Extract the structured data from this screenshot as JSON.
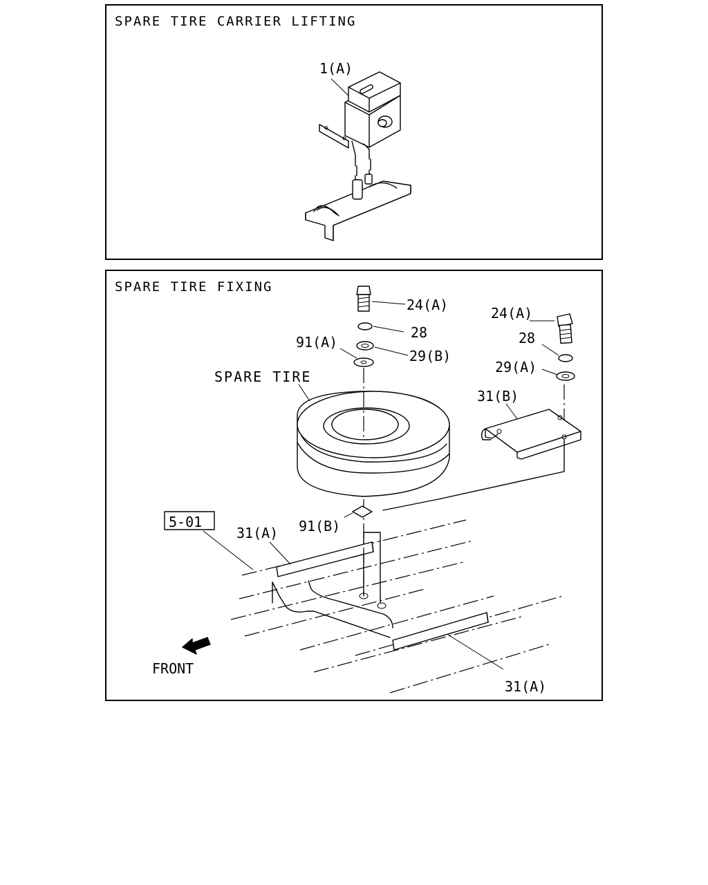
{
  "panel1": {
    "title": "SPARE TIRE CARRIER LIFTING",
    "callouts": {
      "part1": "1(A)"
    }
  },
  "panel2": {
    "title": "SPARE TIRE FIXING",
    "callouts": {
      "bolt_left": "24(A)",
      "lockwasher_left": "28",
      "washer_left": "29(B)",
      "plate_top": "91(A)",
      "spare_tire": "SPARE TIRE",
      "bolt_right": "24(A)",
      "lockwasher_right": "28",
      "washer_right": "29(A)",
      "bracket": "31(B)",
      "ref_box": "5-01",
      "rail_left": "31(A)",
      "plate_bottom": "91(B)",
      "rail_right": "31(A)",
      "front": "FRONT"
    }
  }
}
